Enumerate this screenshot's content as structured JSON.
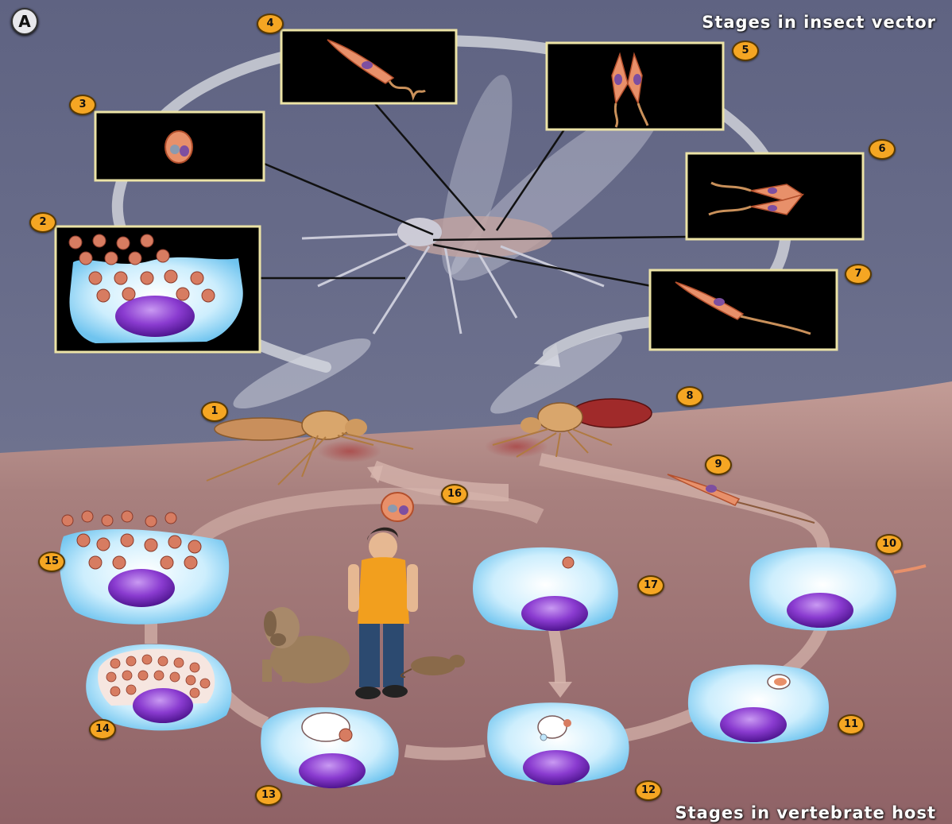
{
  "panel_label": "A",
  "title_top": "Stages in insect vector",
  "title_bottom": "Stages in vertebrate host",
  "stage_numbers": [
    "1",
    "2",
    "3",
    "4",
    "5",
    "6",
    "7",
    "8",
    "9",
    "10",
    "11",
    "12",
    "13",
    "14",
    "15",
    "16",
    "17"
  ],
  "colors": {
    "vector_background": "#6b6f8c",
    "host_skin": "#b58a84",
    "host_tissue": "#9a6c70",
    "cell_cytoplasm": "#bfe6fb",
    "cell_nucleus": "#8e3fd0",
    "parasite": "#e8906a",
    "badge": "#f5a623",
    "inset_box": "#000000"
  }
}
